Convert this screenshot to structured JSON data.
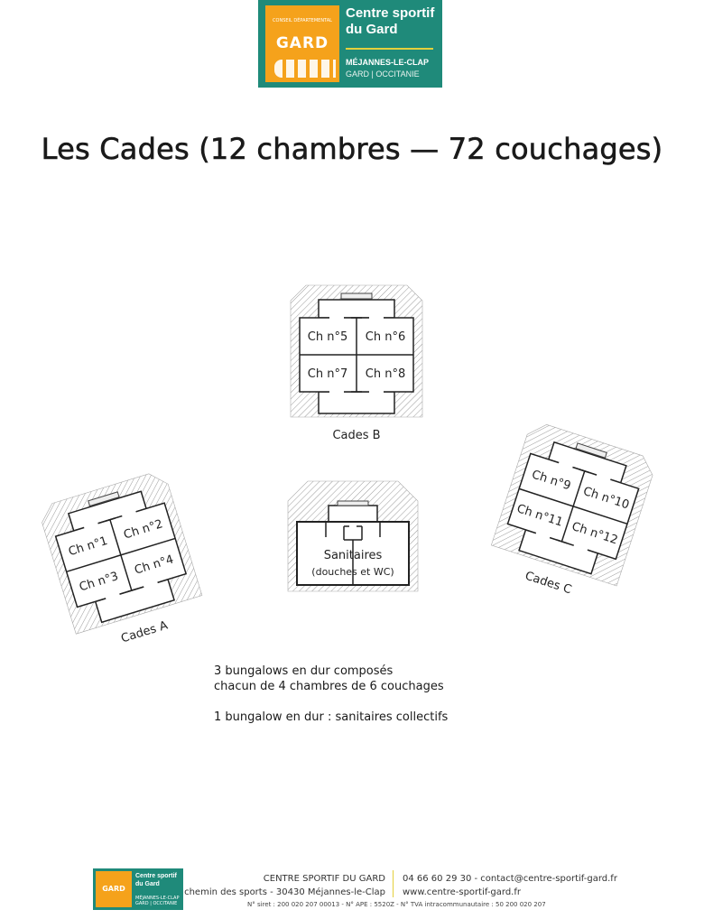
{
  "logo": {
    "council": "CONSEIL DÉPARTEMENTAL",
    "gard": "GARD",
    "name_line1": "Centre sportif",
    "name_line2": "du Gard",
    "place": "MÉJANNES-LE-CLAP",
    "region": "GARD | OCCITANIE",
    "colors": {
      "teal": "#1f8a7a",
      "orange": "#f5a21b",
      "yellow": "#e4cf3c"
    }
  },
  "title": "Les Cades (12 chambres — 72 couchages)",
  "plans": {
    "cades_b": {
      "label": "Cades B",
      "rooms": [
        "Ch n°5",
        "Ch n°6",
        "Ch n°7",
        "Ch n°8"
      ]
    },
    "cades_a": {
      "label": "Cades A",
      "rooms": [
        "Ch n°1",
        "Ch n°2",
        "Ch n°3",
        "Ch n°4"
      ]
    },
    "cades_c": {
      "label": "Cades C",
      "rooms": [
        "Ch n°9",
        "Ch n°10",
        "Ch n°11",
        "Ch n°12"
      ]
    },
    "sanitaires": {
      "label": "Sanitaires",
      "sublabel": "(douches et WC)"
    }
  },
  "description": {
    "line1": "3 bungalows en dur composés",
    "line2": "chacun de 4 chambres de 6 couchages",
    "line3": "1 bungalow en dur : sanitaires collectifs"
  },
  "footer": {
    "logo_text": "GARD",
    "logo_name": "Centre sportif du Gard",
    "logo_place": "MÉJANNES-LE-CLAP GARD | OCCITANIE",
    "org": "CENTRE SPORTIF DU GARD",
    "address": "chemin des sports - 30430 Méjannes-le-Clap",
    "phone_email": "04 66 60 29 30 - contact@centre-sportif-gard.fr",
    "website": "www.centre-sportif-gard.fr",
    "legal": "N° siret : 200 020 207 00013 - N° APE : 5520Z - N° TVA intracommunautaire : 50 200 020 207"
  }
}
